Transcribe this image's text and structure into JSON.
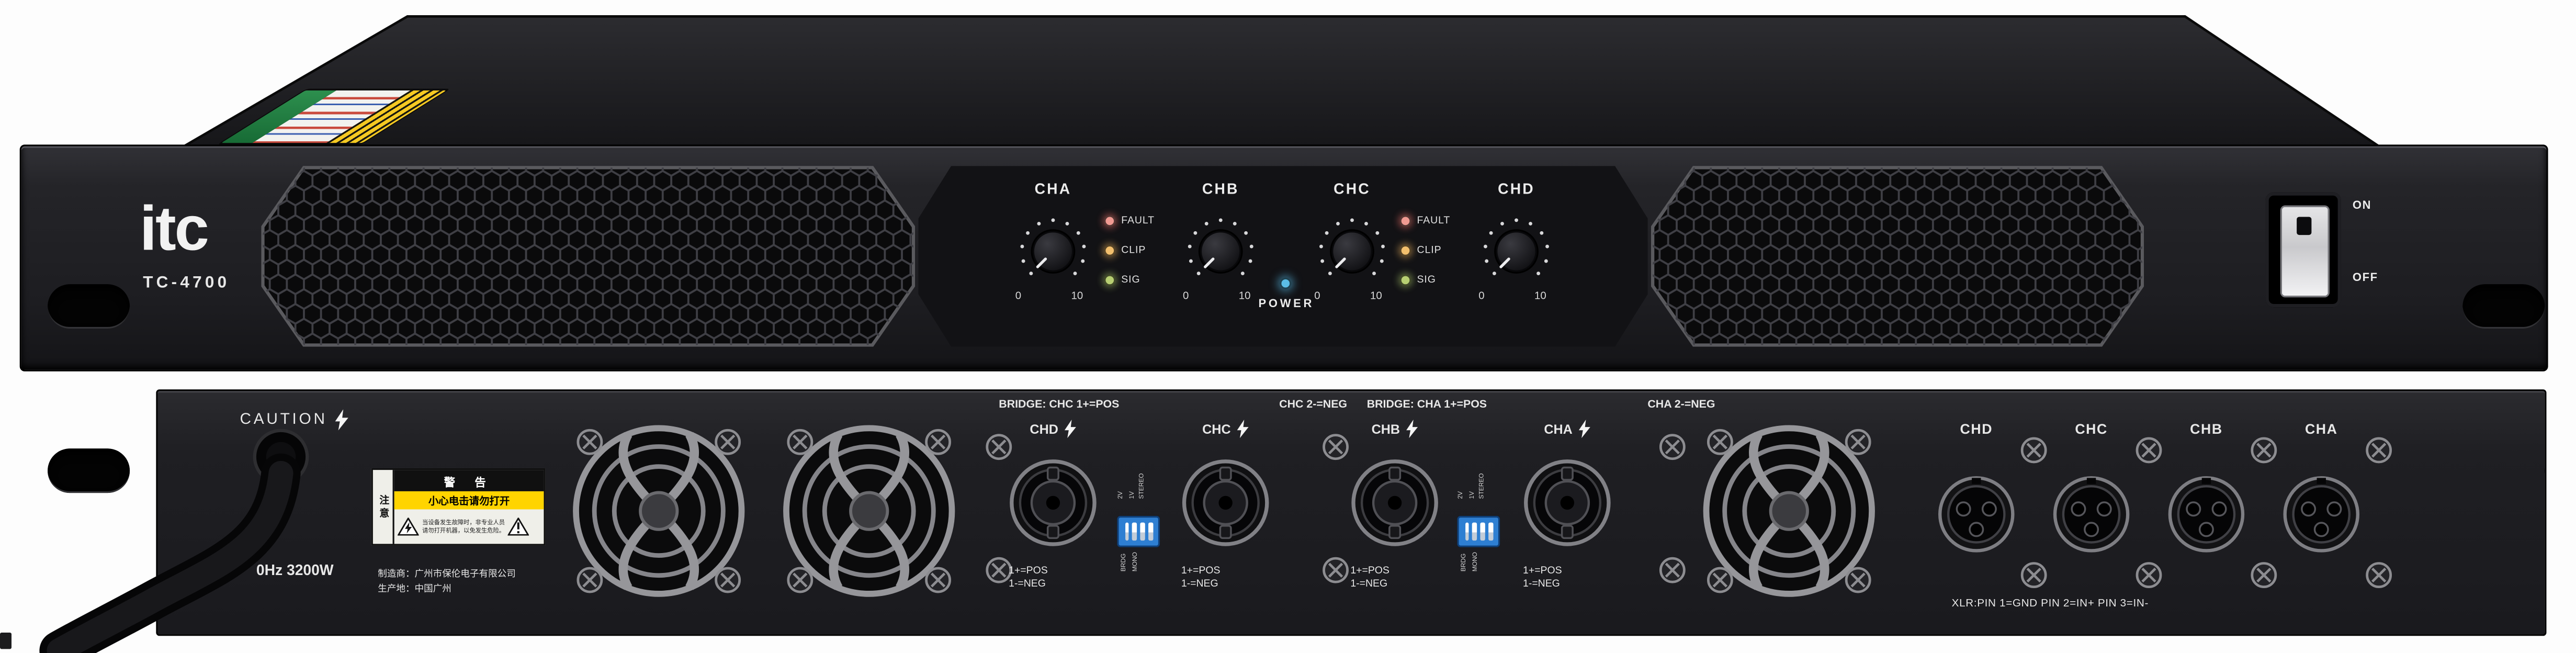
{
  "front": {
    "brand": "itc",
    "model": "TC-4700",
    "channel_labels": [
      "CHA",
      "CHB",
      "CHC",
      "CHD"
    ],
    "led_labels": [
      "FAULT",
      "CLIP",
      "SIG"
    ],
    "knob_min": "0",
    "knob_max": "10",
    "power_label": "POWER",
    "switch_on": "ON",
    "switch_off": "OFF"
  },
  "rear": {
    "caution": "CAUTION",
    "rating": "0Hz 3200W",
    "manufacturer": "制造商：广州市保伦电子有限公司",
    "origin": "生产地：中国广州",
    "warning_label": {
      "side": "注意",
      "title": "警 告",
      "caution_line": "小心电击请勿打开",
      "small_line1": "当设备发生故障时，非专业人员",
      "small_line2": "请勿打开机器，以免发生危险。"
    },
    "speakon_groups": [
      {
        "bridge_left": "BRIDGE: CHC 1+=POS",
        "bridge_right": "CHC 2-=NEG",
        "connectors": [
          {
            "label": "CHD",
            "pos": "1+=POS",
            "neg": "1-=NEG"
          },
          {
            "label": "CHC",
            "pos": "1+=POS",
            "neg": "1-=NEG"
          }
        ],
        "dip_labels": [
          "2V",
          "1V",
          "STEREO",
          "BRDG",
          "MONO"
        ]
      },
      {
        "bridge_left": "BRIDGE: CHA 1+=POS",
        "bridge_right": "CHA 2-=NEG",
        "connectors": [
          {
            "label": "CHB",
            "pos": "1+=POS",
            "neg": "1-=NEG"
          },
          {
            "label": "CHA",
            "pos": "1+=POS",
            "neg": "1-=NEG"
          }
        ],
        "dip_labels": [
          "2V",
          "1V",
          "STEREO",
          "BRDG",
          "MONO"
        ]
      }
    ],
    "xlr": {
      "labels": [
        "CHD",
        "CHC",
        "CHB",
        "CHA"
      ],
      "note": "XLR:PIN 1=GND PIN 2=IN+ PIN 3=IN-"
    }
  },
  "colors": {
    "led-fault": "#f09a92",
    "led-clip": "#f2bf6d",
    "led-sig": "#b7cf72",
    "led-power": "#5bbde6",
    "dip-blue": "#2e7fd2",
    "warning-yellow": "#ffd400"
  }
}
